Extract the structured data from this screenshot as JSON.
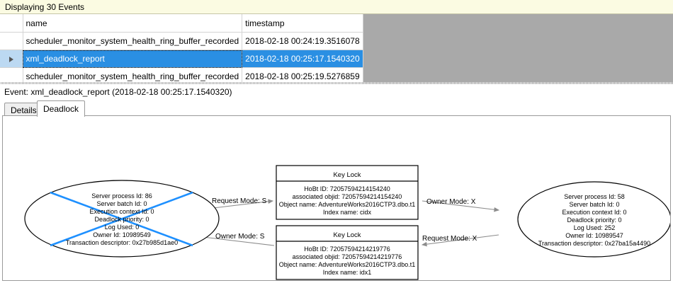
{
  "status_bar": {
    "text": "Displaying 30 Events"
  },
  "grid": {
    "columns": [
      "",
      "name",
      "timestamp"
    ],
    "rows": [
      {
        "selector": "",
        "name": "scheduler_monitor_system_health_ring_buffer_recorded",
        "timestamp": "2018-02-18 00:24:19.3516078",
        "selected": false
      },
      {
        "selector": "row-pointer",
        "name": "xml_deadlock_report",
        "timestamp": "2018-02-18 00:25:17.1540320",
        "selected": true
      },
      {
        "selector": "",
        "name": "scheduler_monitor_system_health_ring_buffer_recorded",
        "timestamp": "2018-02-18 00:25:19.5276859",
        "selected": false
      }
    ]
  },
  "event_header": {
    "title": "Event: xml_deadlock_report (2018-02-18 00:25:17.1540320)"
  },
  "tabs": [
    {
      "label": "Details",
      "active": false
    },
    {
      "label": "Deadlock",
      "active": true
    }
  ],
  "deadlock_graph": {
    "victim_marker_color": "#1e90ff",
    "edge_color": "#8c8c8c",
    "processes": [
      {
        "id": "process-left",
        "is_victim": true,
        "lines": [
          "Server process Id: 86",
          "Server batch Id: 0",
          "Execution context Id: 0",
          "Deadlock priority: 0",
          "Log Used: 0",
          "Owner Id: 10989549",
          "Transaction descriptor: 0x27b985d1ae0"
        ]
      },
      {
        "id": "process-right",
        "is_victim": false,
        "lines": [
          "Server process Id: 58",
          "Server batch Id: 0",
          "Execution context Id: 0",
          "Deadlock priority: 0",
          "Log Used: 252",
          "Owner Id: 10989547",
          "Transaction descriptor: 0x27ba15a4490"
        ]
      }
    ],
    "resources": [
      {
        "id": "keylock-top",
        "title": "Key Lock",
        "lines": [
          "HoBt ID: 72057594214154240",
          "associated objid: 72057594214154240",
          "Object name: AdventureWorks2016CTP3.dbo.t1",
          "Index name: cidx"
        ]
      },
      {
        "id": "keylock-bottom",
        "title": "Key Lock",
        "lines": [
          "HoBt ID: 72057594214219776",
          "associated objid: 72057594214219776",
          "Object name: AdventureWorks2016CTP3.dbo.t1",
          "Index name: idx1"
        ]
      }
    ],
    "edges": [
      {
        "id": "edge-left-request",
        "label": "Request Mode: S",
        "direction": "right"
      },
      {
        "id": "edge-right-owner",
        "label": "Owner Mode: X",
        "direction": "right"
      },
      {
        "id": "edge-left-owner",
        "label": "Owner Mode: S",
        "direction": "left"
      },
      {
        "id": "edge-right-request",
        "label": "Request Mode: X",
        "direction": "left"
      }
    ]
  }
}
